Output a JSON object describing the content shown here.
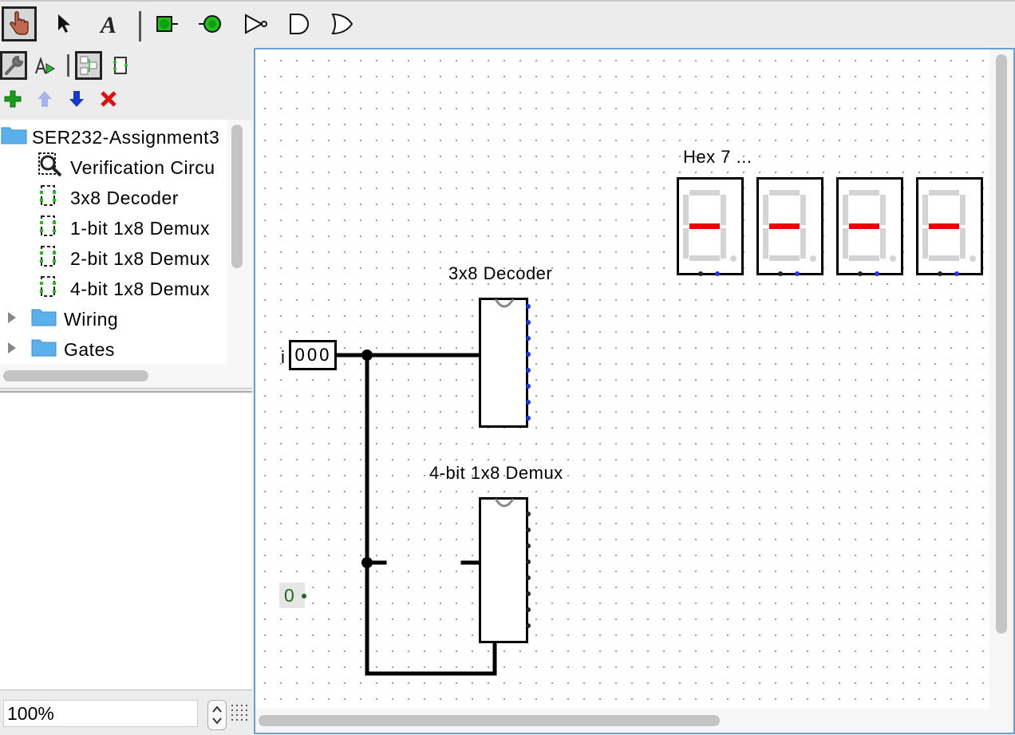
{
  "toolbar": {
    "tools": [
      {
        "name": "poke-tool-icon",
        "selected": true
      },
      {
        "name": "select-tool-icon",
        "selected": false
      },
      {
        "name": "text-tool-icon",
        "selected": false
      },
      {
        "name": "input-pin-icon",
        "selected": false
      },
      {
        "name": "output-pin-icon",
        "selected": false
      },
      {
        "name": "not-gate-icon",
        "selected": false
      },
      {
        "name": "and-gate-icon",
        "selected": false
      },
      {
        "name": "or-gate-icon",
        "selected": false
      }
    ]
  },
  "explorer": {
    "buttons": [
      "wrench-icon",
      "simulate-icon",
      "layout-icon",
      "appearance-icon"
    ],
    "actions": [
      "add-circuit-icon",
      "move-up-icon",
      "move-down-icon",
      "delete-icon"
    ],
    "project": "SER232-Assignment3",
    "circuits": [
      {
        "label": "Verification Circu",
        "icon": "magnifier-icon"
      },
      {
        "label": "3x8 Decoder",
        "icon": "subcircuit-icon"
      },
      {
        "label": "1-bit 1x8 Demux",
        "icon": "subcircuit-icon"
      },
      {
        "label": "2-bit 1x8 Demux",
        "icon": "subcircuit-icon"
      },
      {
        "label": "4-bit 1x8 Demux",
        "icon": "subcircuit-icon"
      }
    ],
    "libraries": [
      "Wiring",
      "Gates"
    ]
  },
  "zoom": {
    "value": "100%"
  },
  "canvas": {
    "hex_label": "Hex 7 ...",
    "decoder_label": "3x8 Decoder",
    "demux_label": "4-bit 1x8 Demux",
    "input_pin_label": "i",
    "input_pin_value": "000",
    "constant_value": "0",
    "colors": {
      "segment_on": "#ee0000",
      "segment_off": "#d4d4d4",
      "port": "#2233ee",
      "constant": "#1e6b1e"
    }
  }
}
